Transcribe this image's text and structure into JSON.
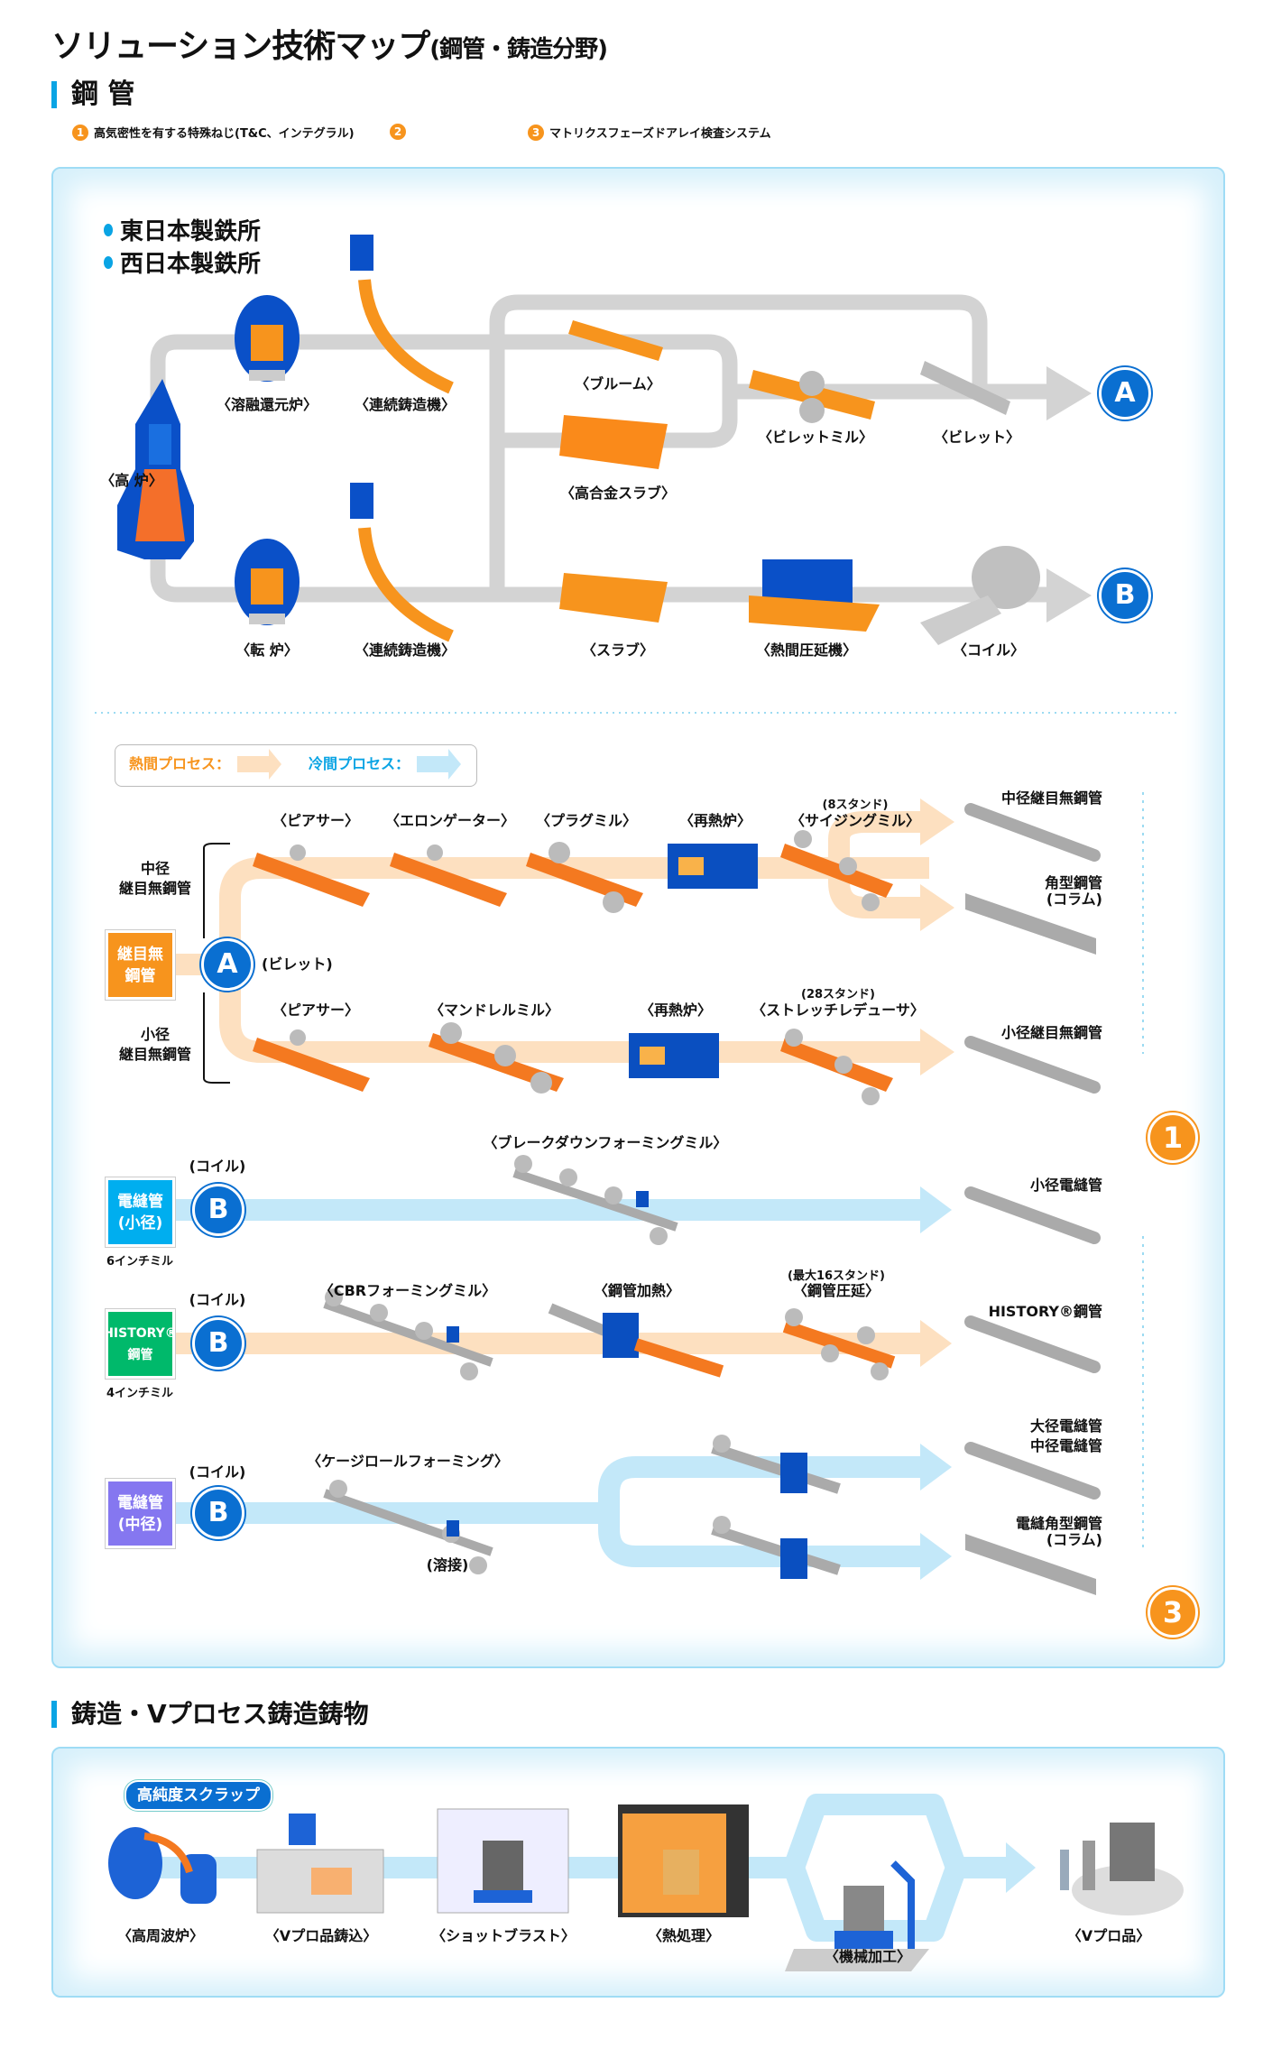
{
  "title": {
    "main": "ソリューション技術マップ",
    "sub": "(鋼管・鋳造分野)"
  },
  "pipe_section": {
    "heading": "鋼 管",
    "legend": [
      {
        "num": "1",
        "text": "高気密性を有する特殊ねじ(T&C、インテグラル)"
      },
      {
        "num": "2",
        "text": ""
      },
      {
        "num": "3",
        "text": "マトリクスフェーズドアレイ検査システム"
      }
    ],
    "plants": [
      "東日本製鉄所",
      "西日本製鉄所"
    ],
    "upstream": {
      "smelting_reduction": "〈溶融還元炉〉",
      "caster_1": "〈連続鋳造機〉",
      "blast_furnace": "〈高 炉〉",
      "bloom": "〈ブルーム〉",
      "high_alloy_slab": "〈高合金スラブ〉",
      "billet_mill": "〈ビレットミル〉",
      "billet": "〈ビレット〉",
      "converter": "〈転 炉〉",
      "caster_2": "〈連続鋳造機〉",
      "slab": "〈スラブ〉",
      "hot_strip_mill": "〈熱間圧延機〉",
      "coil": "〈コイル〉",
      "node_a": "A",
      "node_b": "B"
    },
    "process_legend": {
      "hot": "熱間プロセス：",
      "cold": "冷間プロセス："
    },
    "seamless": {
      "box": "継目無\n鋼管",
      "node": "A",
      "input": "(ビレット)",
      "medium_label": "中径\n継目無鋼管",
      "small_label": "小径\n継目無鋼管",
      "medium_steps": [
        "〈ピアサー〉",
        "〈エロンゲーター〉",
        "〈プラグミル〉",
        "〈再熱炉〉",
        "〈サイジングミル〉"
      ],
      "sizing_note": "(8スタンド)",
      "small_steps": [
        "〈ピアサー〉",
        "〈マンドレルミル〉",
        "〈再熱炉〉",
        "〈ストレッチレデューサ〉"
      ],
      "reducer_note": "(28スタンド)",
      "outputs": [
        "中径継目無鋼管",
        "角型鋼管\n(コラム)",
        "小径継目無鋼管"
      ]
    },
    "erw_rows": [
      {
        "box": "電縫管\n(小径)",
        "box_color": "#00aeef",
        "node": "B",
        "input": "(コイル)",
        "mill": "6インチミル",
        "steps": [
          "〈ブレークダウンフォーミングミル〉"
        ],
        "outputs": [
          "小径電縫管"
        ],
        "process": "cold"
      },
      {
        "box": "HISTORY®\n鋼管",
        "box_color": "#00b96b",
        "node": "B",
        "input": "(コイル)",
        "mill": "4インチミル",
        "steps": [
          "〈CBRフォーミングミル〉",
          "〈鋼管加熱〉",
          "〈鋼管圧延〉"
        ],
        "step_note": "(最大16スタンド)",
        "outputs": [
          "HISTORY®鋼管"
        ],
        "process": "hot"
      },
      {
        "box": "電縫管\n(中径)",
        "box_color": "#8577f0",
        "node": "B",
        "input": "(コイル)",
        "steps": [
          "〈ケージロールフォーミング〉"
        ],
        "weld": "(溶接)",
        "outputs": [
          "大径電縫管\n中径電縫管",
          "電縫角型鋼管\n(コラム)"
        ],
        "process": "cold"
      }
    ],
    "badges": [
      "1",
      "3"
    ]
  },
  "casting_section": {
    "heading": "鋳造・Vプロセス鋳造鋳物",
    "callout": "高純度スクラップ",
    "steps": [
      "〈高周波炉〉",
      "〈Vプロ品鋳込〉",
      "〈ショットブラスト〉",
      "〈熱処理〉",
      "〈機械加工〉",
      "〈Vプロ品〉"
    ]
  },
  "colors": {
    "accent": "#0aa4e4",
    "hot_process": "#fde0c0",
    "cold_process": "#c3e8f9",
    "route": "#d3d3d3",
    "orange": "#f7941d",
    "node_blue": "#0a6fd1"
  }
}
